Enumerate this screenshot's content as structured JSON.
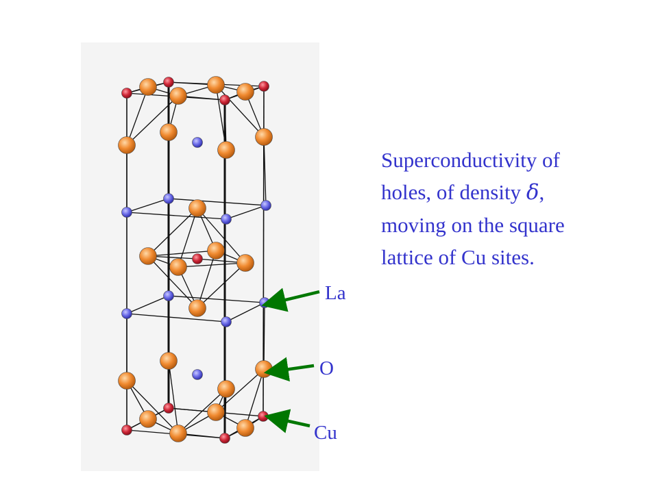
{
  "description": {
    "line1": "Superconductivity of",
    "line2_before": "holes, of density ",
    "line2_symbol": "δ",
    "line2_after": ",",
    "line3": "moving on the square",
    "line4": "lattice of Cu sites."
  },
  "labels": {
    "la": "La",
    "o": "O",
    "cu": "Cu"
  },
  "colors": {
    "text": "#3333cc",
    "arrow": "#007700",
    "la_atom": "#f08a30",
    "o_atom": "#6a6ae8",
    "cu_atom": "#d02838",
    "bond": "#111111",
    "panel": "#f4f4f4"
  }
}
